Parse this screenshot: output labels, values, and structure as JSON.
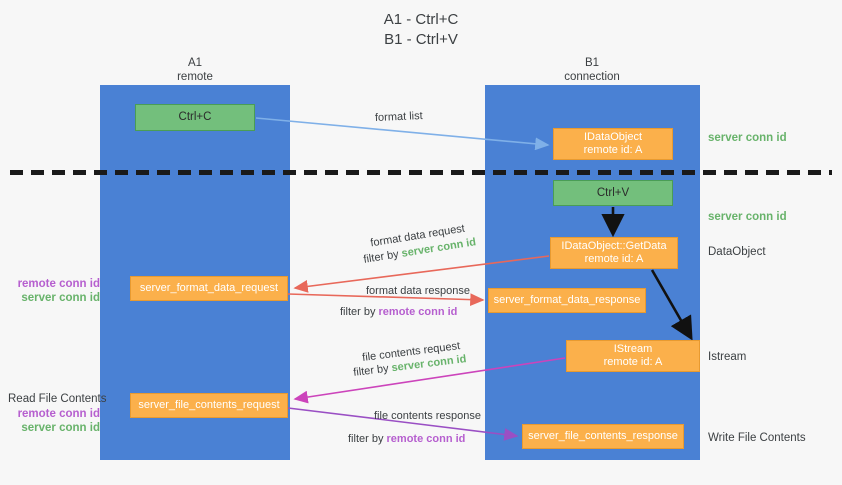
{
  "title": {
    "line1": "A1 - Ctrl+C",
    "line2": "B1 - Ctrl+V"
  },
  "lanes": {
    "left": {
      "name": "A1",
      "role": "remote",
      "color": "#4a81d4"
    },
    "right": {
      "name": "B1",
      "role": "connection",
      "color": "#4a81d4"
    }
  },
  "colors": {
    "lane": "#4a81d4",
    "green_box": "#73bf7c",
    "orange_box": "#fbb04b",
    "server_conn_text": "#68b36b",
    "remote_conn_text": "#b65fcf",
    "arrow_blue": "#7fb0e8",
    "arrow_red": "#e8685a",
    "arrow_magenta": "#cc44bb",
    "arrow_purple": "#9a4fc4",
    "arrow_black": "#111111",
    "divider": "#1a1a1a"
  },
  "boxes": {
    "ctrl_c": {
      "line1": "Ctrl+C",
      "line2": ""
    },
    "idataobject": {
      "line1": "IDataObject",
      "line2": "remote id: A"
    },
    "ctrl_v": {
      "line1": "Ctrl+V",
      "line2": ""
    },
    "getdata": {
      "line1": "IDataObject::GetData",
      "line2": "remote id: A"
    },
    "fmt_request": {
      "line1": "server_format_data_request",
      "line2": ""
    },
    "fmt_response": {
      "line1": "server_format_data_response",
      "line2": ""
    },
    "istream": {
      "line1": "IStream",
      "line2": "remote id: A"
    },
    "file_request": {
      "line1": "server_file_contents_request",
      "line2": ""
    },
    "file_response": {
      "line1": "server_file_contents_response",
      "line2": ""
    }
  },
  "arrow_labels": {
    "format_list": "format list",
    "format_data_request": "format data request",
    "format_data_response": "format data response",
    "file_contents_request": "file contents request",
    "file_contents_response": "file contents response",
    "filter_by": "filter by",
    "server_conn_id": "server conn id",
    "remote_conn_id": "remote conn id"
  },
  "side_labels": {
    "server_conn_id_top": "server conn id",
    "server_conn_id_mid": "server conn id",
    "data_object": "DataObject",
    "istream": "Istream",
    "write_file_contents": "Write File Contents",
    "read_file_contents": "Read File Contents",
    "remote_conn_id": "remote conn id",
    "server_conn_id": "server conn id"
  }
}
